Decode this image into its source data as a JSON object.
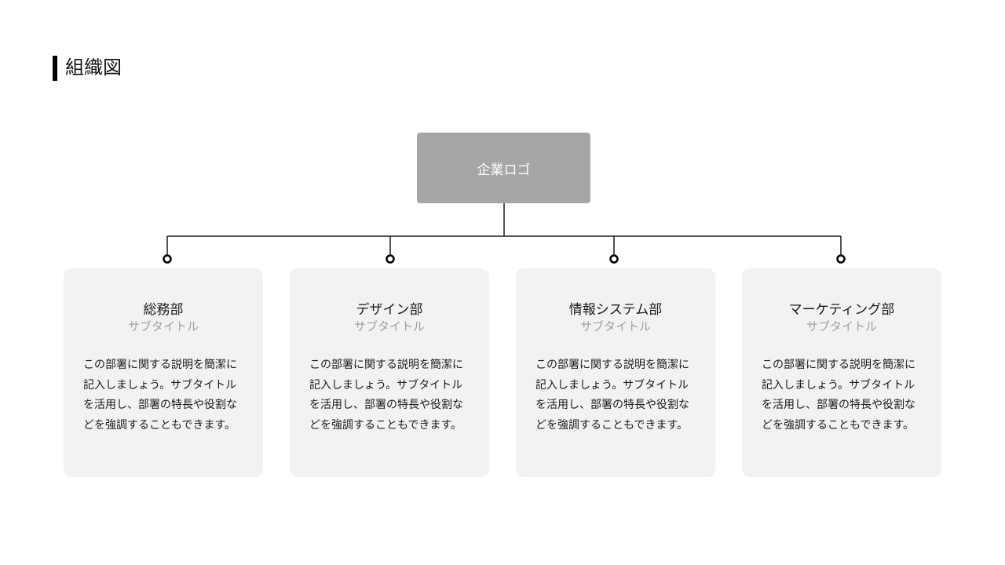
{
  "page": {
    "title": "組織図"
  },
  "root": {
    "label": "企業ロゴ",
    "color": "#a6a6a6"
  },
  "departments": [
    {
      "name": "総務部",
      "subtitle": "サブタイトル",
      "description": "この部署に関する説明を簡潔に記入しましょう。サブタイトルを活用し、部署の特長や役割などを強調することもできます。"
    },
    {
      "name": "デザイン部",
      "subtitle": "サブタイトル",
      "description": "この部署に関する説明を簡潔に記入しましょう。サブタイトルを活用し、部署の特長や役割などを強調することもできます。"
    },
    {
      "name": "情報システム部",
      "subtitle": "サブタイトル",
      "description": "この部署に関する説明を簡潔に記入しましょう。サブタイトルを活用し、部署の特長や役割などを強調することもできます。"
    },
    {
      "name": "マーケティング部",
      "subtitle": "サブタイトル",
      "description": "この部署に関する説明を簡潔に記入しましょう。サブタイトルを活用し、部署の特長や役割などを強調することもできます。"
    }
  ],
  "colors": {
    "card_bg": "#f2f2f2",
    "line": "#1a1a1a",
    "subtitle": "#a0a0a0"
  }
}
